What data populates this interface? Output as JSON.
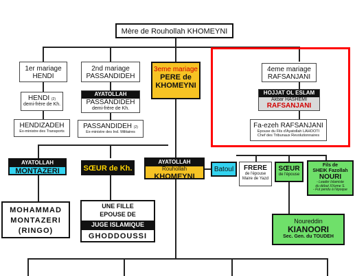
{
  "top": {
    "label": "Mère de Rouhollah KHOMEYNI"
  },
  "m1": {
    "line1": "1er mariage",
    "line2": "HENDI"
  },
  "m2": {
    "line1": "2nd mariage",
    "line2": "PASSANDIDEH"
  },
  "m3": {
    "line1": "3eme mariage",
    "line2": "PERE de",
    "line3": "KHOMEYNI"
  },
  "m4": {
    "line1": "4eme mariage",
    "line2": "RAFSANJANI"
  },
  "hendi2": {
    "name": "HENDI",
    "num": "(2)",
    "sub": "demi-frère de Kh."
  },
  "hendizadeh": {
    "name": "HENDIZADEH",
    "sub": "Ex-ministre des Transports"
  },
  "passandideh_aya": {
    "title": "AYATOLLAH",
    "name": "PASSANDIDEH",
    "sub": "demi-frère de Kh."
  },
  "passandideh2": {
    "name": "PASSANDIDEH",
    "num": "(2)",
    "sub": "Ex-ministre des Ind. Militaires"
  },
  "hojjat": {
    "title": "HOJJAT OL ESLAM",
    "sub": "Akbar HASHEMI",
    "name": "RAFSANJANI"
  },
  "faezeh": {
    "name": "Fa-ezeh RAFSANJANI",
    "sub1": "Epouse du Fils d'Ayatollah LAHOOTI",
    "sub2": "Chef des Tribunaux Revolutionnaires"
  },
  "montazeri": {
    "title": "AYATOLLAH",
    "name": "MONTAZERI"
  },
  "soeur_kh": {
    "label": "SŒUR de Kh."
  },
  "khomeyni": {
    "title": "AYATOLLAH",
    "sub": "Rouhollah",
    "name": "KHOMEYNI"
  },
  "batoul": {
    "label": "Batoul"
  },
  "frere": {
    "name": "FRERE",
    "sub1": "de l'épouse",
    "sub2": "Maire de Yazd"
  },
  "soeur_ep": {
    "name": "SŒUR",
    "sub": "de l'épouse"
  },
  "nouri": {
    "l1": "Fils de",
    "l2": "SHEIK Fazollah",
    "name": "NOURI",
    "s1": "- Leader Islamiste",
    "s2": "du début XXeme S.",
    "s3": "- Fut pendu à l'époque"
  },
  "mohammad": {
    "l1": "MOHAMMAD",
    "l2": "MONTAZERI",
    "l3": "(RINGO)"
  },
  "fille": {
    "l1": "UNE FILLE",
    "l2": "EPOUSE DE",
    "bar": "JUGE ISLAMIQUE",
    "name": "GHODDOUSSI"
  },
  "kianoori": {
    "l1": "Noureddin",
    "name": "KIANOORI",
    "sub": "Sec. Gen. du TOUDEH"
  },
  "colors": {
    "highlight": "#ff0000",
    "gold": "#f6c324",
    "cyan": "#33d3f0",
    "green": "#6fe06a"
  }
}
